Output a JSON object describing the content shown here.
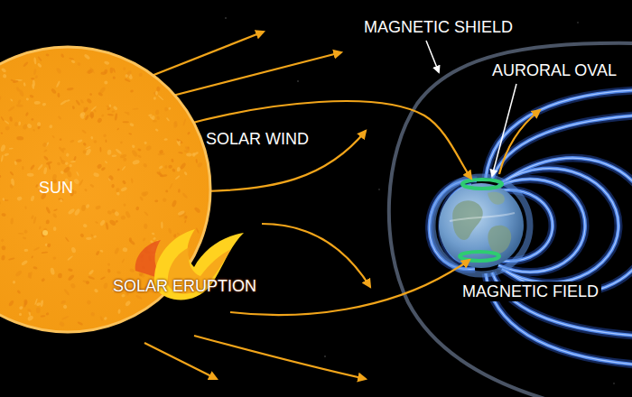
{
  "diagram": {
    "nodes": [
      {
        "text": [
          "SUN"
        ]
      }
    ],
    "labels": [
      "MAGNETIC SHIELD",
      "AURORAL OVAL",
      "SOLAR WIND",
      "SOLAR ERUPTION",
      "MAGNETIC FIELD"
    ]
  }
}
